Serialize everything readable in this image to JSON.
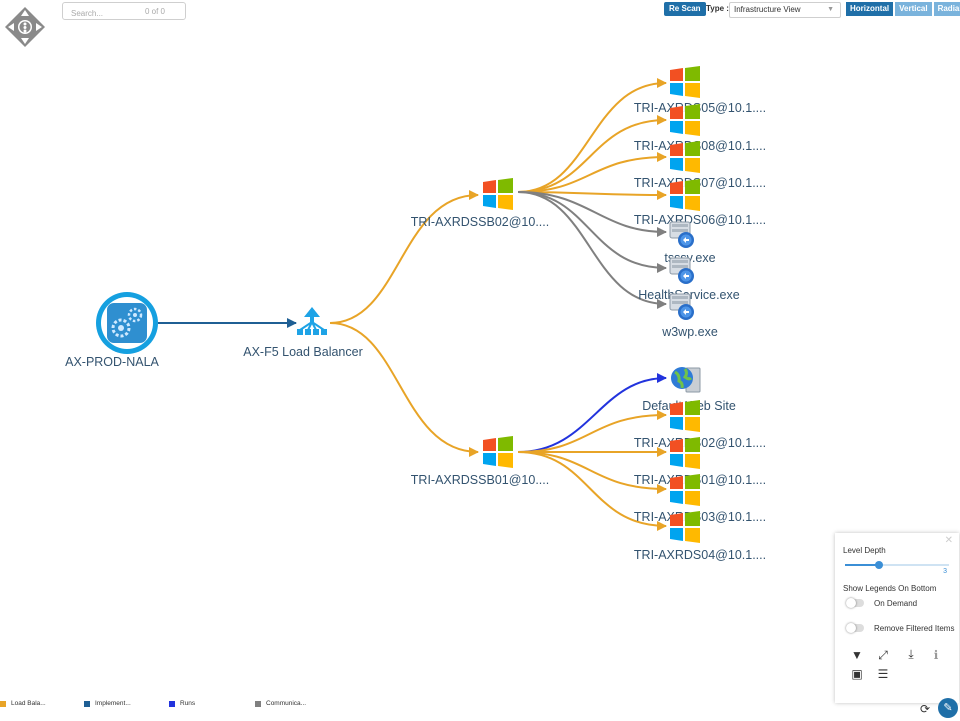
{
  "search": {
    "placeholder": "Search...",
    "count": "0 of 0"
  },
  "toolbar": {
    "rescan_label": "Re Scan",
    "type_label": "Type :",
    "type_value": "Infrastructure View",
    "layouts": [
      "Horizontal",
      "Vertical",
      "Radial"
    ],
    "active_layout": "Horizontal"
  },
  "graph": {
    "nodes": {
      "root": "AX-PROD-NALA",
      "lb": "AX-F5 Load Balancer",
      "ssb02": "TRI-AXRDSSB02@10....",
      "ssb01": "TRI-AXRDSSB01@10....",
      "rds05": "TRI-AXRDS05@10.1....",
      "rds08": "TRI-AXRDS08@10.1....",
      "rds07": "TRI-AXRDS07@10.1....",
      "rds06": "TRI-AXRDS06@10.1....",
      "tsss": "tsssv.exe",
      "health": "HealthService.exe",
      "w3wp": "w3wp.exe",
      "website": "Default Web Site",
      "rds02": "TRI-AXRDS02@10.1....",
      "rds01": "TRI-AXRDS01@10.1....",
      "rds03": "TRI-AXRDS03@10.1....",
      "rds04": "TRI-AXRDS04@10.1...."
    },
    "edge_colors": {
      "load_balancer": "#e8a427",
      "implemented": "#1f5f94",
      "runs": "#2233dd",
      "communicates": "#808080"
    }
  },
  "panel": {
    "level_depth_label": "Level Depth",
    "level_depth_value": "3",
    "level_depth_fraction": 0.33,
    "show_legends_label": "Show Legends On Bottom",
    "on_demand_label": "On Demand",
    "remove_filtered_label": "Remove Filtered Items",
    "icons": [
      "filter-icon",
      "expand-icon",
      "download-icon",
      "info-icon",
      "save-icon",
      "list-icon"
    ]
  },
  "legend": [
    {
      "label": "Load Bala...",
      "color": "#e8a427"
    },
    {
      "label": "Implement...",
      "color": "#1f5f94"
    },
    {
      "label": "Runs",
      "color": "#2233dd"
    },
    {
      "label": "Communica...",
      "color": "#808080"
    }
  ]
}
